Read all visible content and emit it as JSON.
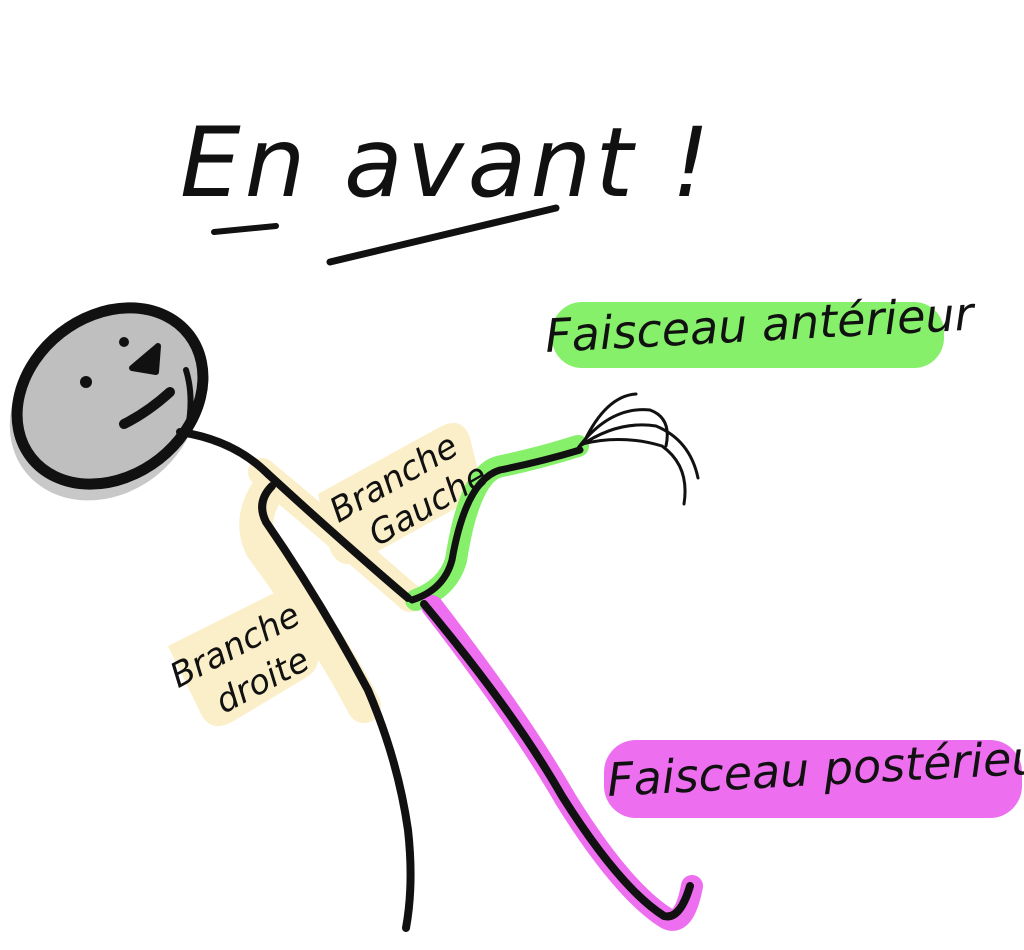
{
  "title": {
    "text": "En avant !"
  },
  "labels": {
    "anterior": "Faisceau antérieur",
    "posterior": "Faisceau postérieur",
    "left_branch_line1": "Branche",
    "left_branch_line2": "Gauche",
    "right_branch_line1": "Branche",
    "right_branch_line2": "droite"
  },
  "colors": {
    "ink": "#111111",
    "head_fill": "#bfbfbf",
    "head_shadow": "#9a9a9a",
    "anterior_highlight": "#86f06a",
    "posterior_highlight": "#ee6ef0",
    "branch_highlight": "#fbefc9"
  }
}
